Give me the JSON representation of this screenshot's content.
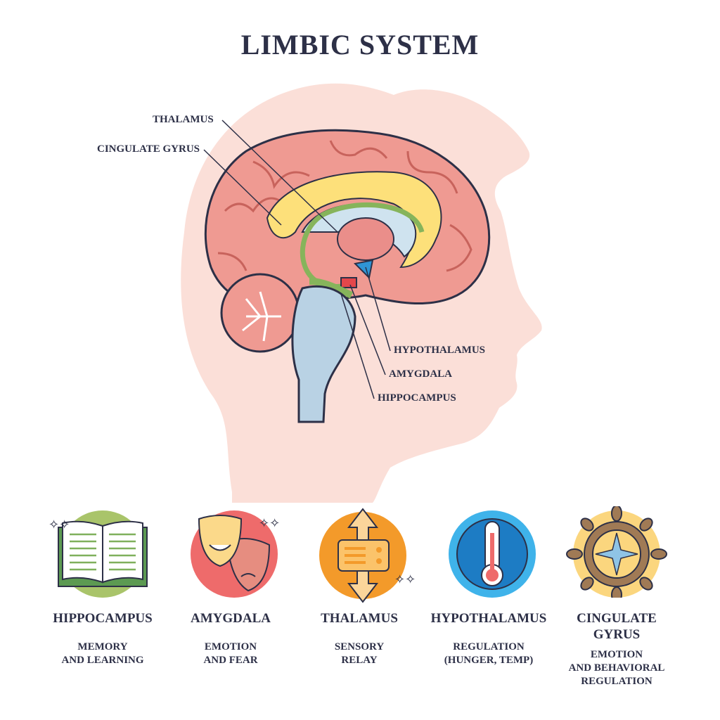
{
  "title": "LIMBIC SYSTEM",
  "diagram_labels": {
    "thalamus": "THALAMUS",
    "cingulate_gyrus": "CINGULATE GYRUS",
    "hypothalamus": "HYPOTHALAMUS",
    "amygdala": "AMYGDALA",
    "hippocampus": "HIPPOCAMPUS"
  },
  "cards": [
    {
      "name": "HIPPOCAMPUS",
      "desc1": "MEMORY",
      "desc2": "AND LEARNING",
      "icon": "book-icon",
      "color": "#a9c46a"
    },
    {
      "name": "AMYGDALA",
      "desc1": "EMOTION",
      "desc2": "AND FEAR",
      "icon": "theater-masks-icon",
      "color": "#ee6b6b"
    },
    {
      "name": "THALAMUS",
      "desc1": "SENSORY",
      "desc2": "RELAY",
      "icon": "relay-arrows-icon",
      "color": "#f39a2a"
    },
    {
      "name": "HYPOTHALAMUS",
      "desc1": "REGULATION",
      "desc2": "(HUNGER, TEMP)",
      "icon": "thermometer-icon",
      "color": "#3fb3ea"
    },
    {
      "name1": "CINGULATE",
      "name2": "GYRUS",
      "desc1": "EMOTION",
      "desc2": "AND BEHAVIORAL",
      "desc3": "REGULATION",
      "icon": "ship-wheel-compass-icon",
      "color": "#fbd67e"
    }
  ]
}
